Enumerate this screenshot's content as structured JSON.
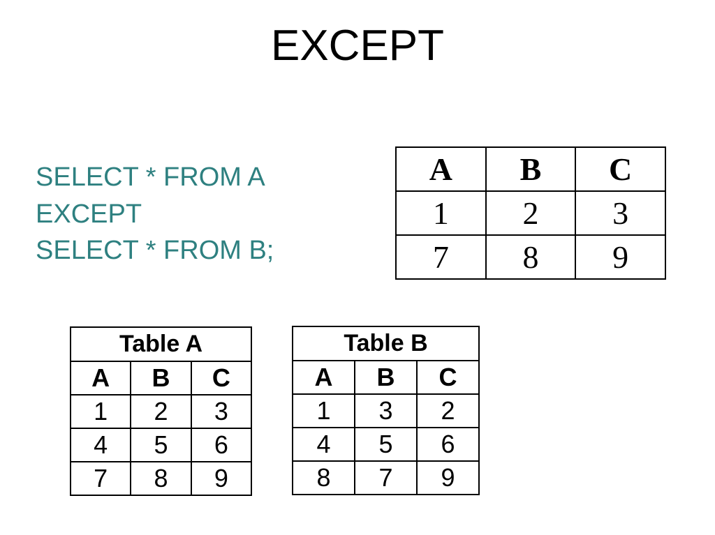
{
  "slide": {
    "title": "EXCEPT",
    "sql": [
      "SELECT * FROM A",
      "EXCEPT",
      "SELECT * FROM B;"
    ]
  },
  "result_table": {
    "headers": [
      "A",
      "B",
      "C"
    ],
    "rows": [
      [
        "1",
        "2",
        "3"
      ],
      [
        "7",
        "8",
        "9"
      ]
    ]
  },
  "table_a": {
    "caption": "Table A",
    "headers": [
      "A",
      "B",
      "C"
    ],
    "rows": [
      [
        "1",
        "2",
        "3"
      ],
      [
        "4",
        "5",
        "6"
      ],
      [
        "7",
        "8",
        "9"
      ]
    ]
  },
  "table_b": {
    "caption": "Table B",
    "headers": [
      "A",
      "B",
      "C"
    ],
    "rows": [
      [
        "1",
        "3",
        "2"
      ],
      [
        "4",
        "5",
        "6"
      ],
      [
        "8",
        "7",
        "9"
      ]
    ]
  },
  "colors": {
    "sql_text": "#2e8080",
    "title_text": "#000000",
    "background": "#ffffff"
  }
}
